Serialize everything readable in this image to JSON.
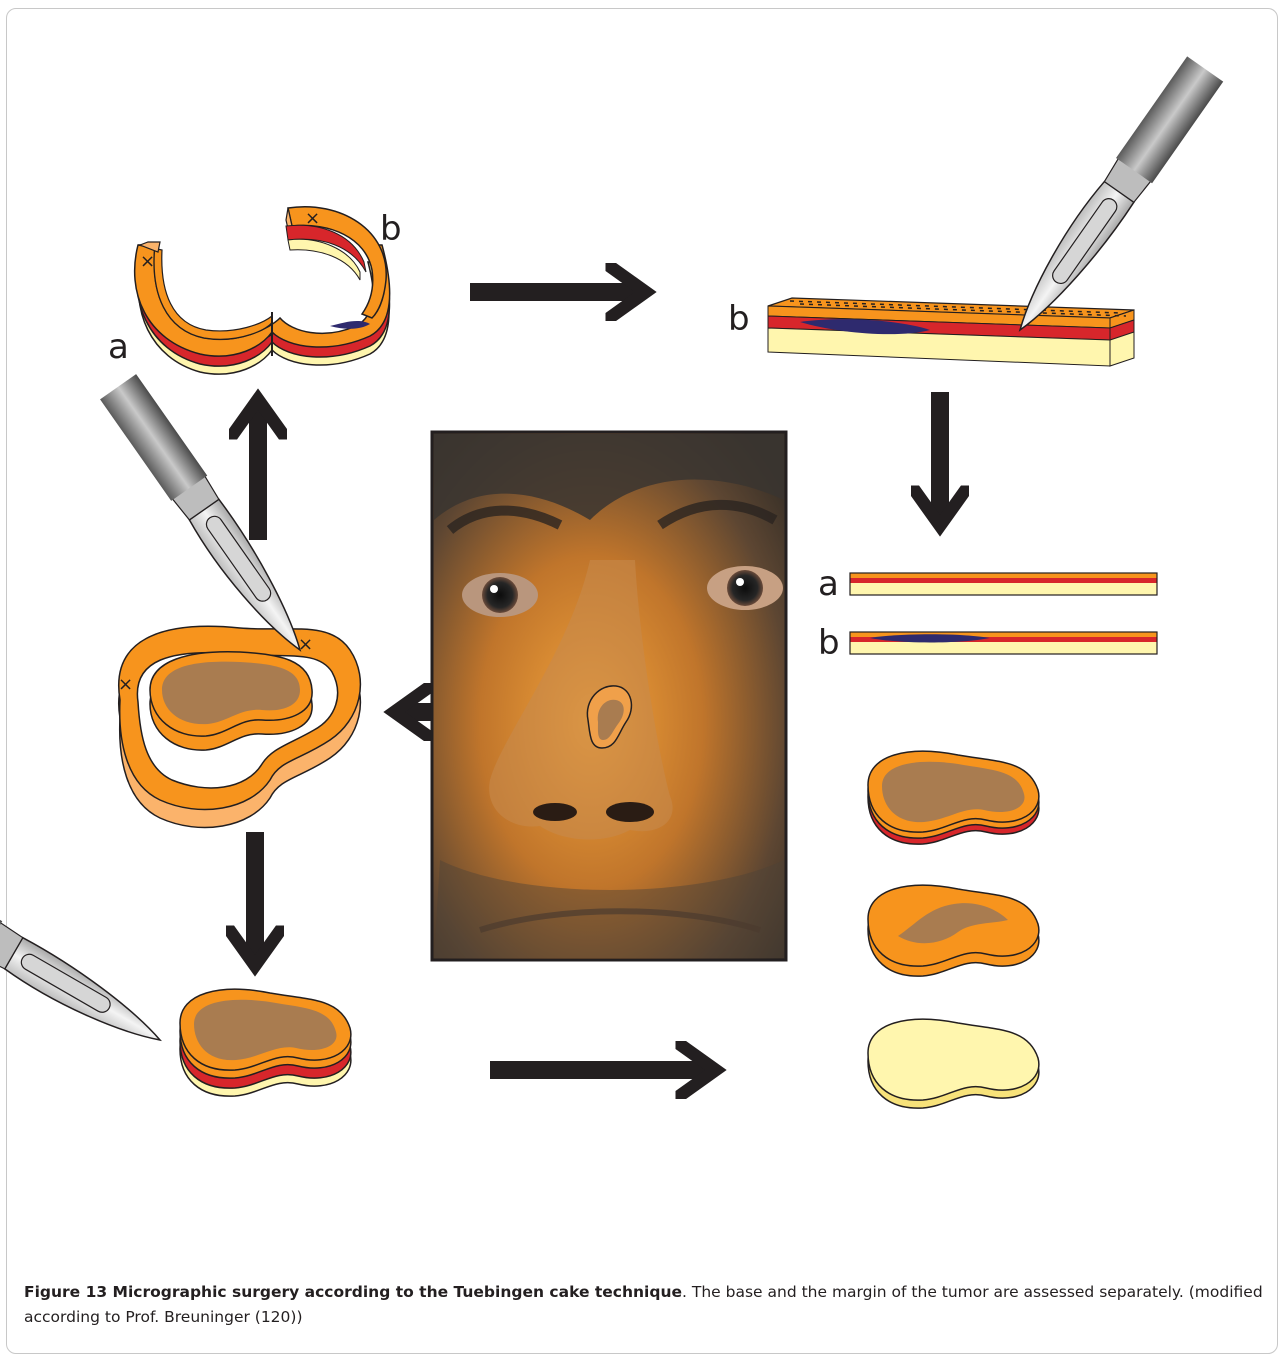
{
  "figure": {
    "labels": {
      "ring_a": "a",
      "ring_b": "b",
      "strip_b": "b",
      "section_a": "a",
      "section_b": "b"
    },
    "caption": {
      "title": "Figure 13 Micrographic surgery according to the Tuebingen cake technique",
      "text": ". The base and the margin of the tumor are assessed separately. (modified according to Prof. Breuninger (120))"
    },
    "colors": {
      "orange": "#F7941D",
      "light_orange": "#FBB36B",
      "tumor_brown": "#A97C50",
      "red_layer": "#D7262B",
      "cream_layer": "#FFF6AE",
      "tumor_navy": "#2E2A6E",
      "arrow": "#231f20"
    },
    "icons": [
      "scalpel-icon",
      "arrow-right-icon",
      "arrow-down-icon",
      "arrow-left-icon",
      "arrow-up-icon",
      "face-photo"
    ]
  }
}
